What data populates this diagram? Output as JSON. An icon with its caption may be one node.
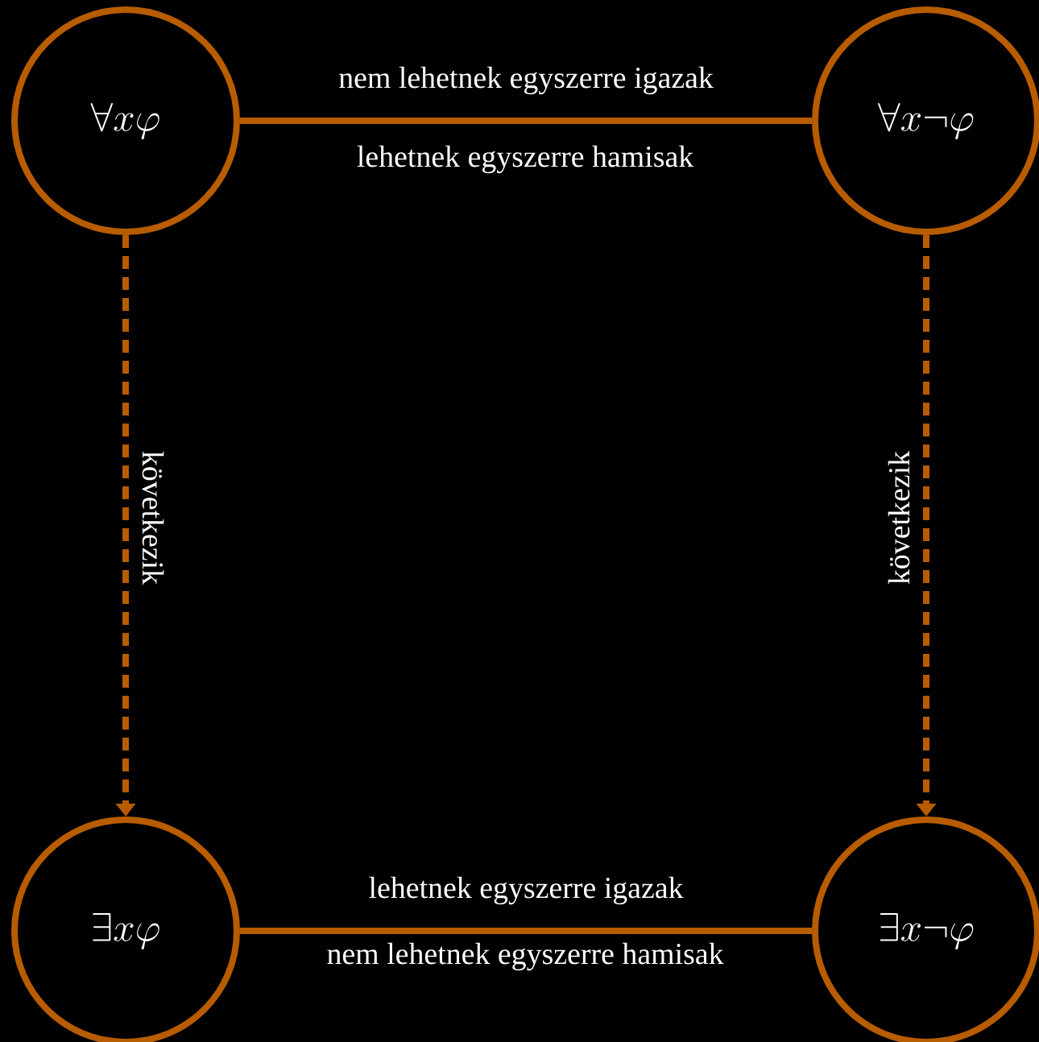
{
  "diagram": {
    "nodes": [
      {
        "text": [
          "\\forall x\\varphi"
        ]
      },
      {
        "text": [
          "\\forall x\\neg\\varphi"
        ]
      },
      {
        "text": [
          "\\exists x\\varphi"
        ]
      },
      {
        "text": [
          "\\exists x\\neg\\varphi"
        ]
      }
    ],
    "edges": [
      {
        "from": 0,
        "to": 1,
        "arrow": "none",
        "label": "nem lehetnek egyszerre igazak"
      },
      {
        "from": 0,
        "to": 2,
        "arrow": "to",
        "style": "dashed",
        "label": "következik"
      },
      {
        "from": 1,
        "to": 3,
        "arrow": "to",
        "style": "dashed",
        "label": "következik"
      },
      {
        "from": 2,
        "to": 3,
        "arrow": "none",
        "label": "lehetnek egyszerre igazak"
      }
    ],
    "labels": [
      "lehetnek egyszerre hamisak",
      "nem lehetnek egyszerre hamisak"
    ]
  }
}
